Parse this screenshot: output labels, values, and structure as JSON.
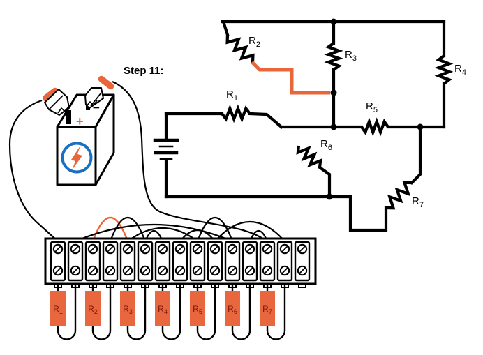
{
  "step_label": "Step 11:",
  "colors": {
    "wire_orange": "#E8663A",
    "resistor_body": "#E8673E",
    "resistor_label_text": "#7D150B",
    "logo_blue": "#1A70C0",
    "ink": "#000000"
  },
  "schematic": {
    "labels": [
      {
        "base": "R",
        "sub": "1"
      },
      {
        "base": "R",
        "sub": "2"
      },
      {
        "base": "R",
        "sub": "3"
      },
      {
        "base": "R",
        "sub": "4"
      },
      {
        "base": "R",
        "sub": "5"
      },
      {
        "base": "R",
        "sub": "6"
      },
      {
        "base": "R",
        "sub": "7"
      }
    ]
  },
  "battery": {
    "positive_sign": "+",
    "negative_sign": "−",
    "positive_wire_terminal": 1,
    "negative_wire_terminal": 13
  },
  "terminal_strip": {
    "terminal_count": 15,
    "screws_per_terminal": 2,
    "resistors": [
      {
        "base": "R",
        "sub": "1",
        "terminals": [
          1,
          2
        ]
      },
      {
        "base": "R",
        "sub": "2",
        "terminals": [
          3,
          4
        ]
      },
      {
        "base": "R",
        "sub": "3",
        "terminals": [
          5,
          6
        ]
      },
      {
        "base": "R",
        "sub": "4",
        "terminals": [
          7,
          8
        ]
      },
      {
        "base": "R",
        "sub": "5",
        "terminals": [
          9,
          10
        ]
      },
      {
        "base": "R",
        "sub": "6",
        "terminals": [
          11,
          12
        ]
      },
      {
        "base": "R",
        "sub": "7",
        "terminals": [
          13,
          14
        ]
      }
    ],
    "jumpers": [
      {
        "a": 3,
        "b": 5,
        "color": "orange",
        "highlighted": true,
        "peak": 34
      },
      {
        "a": 4,
        "b": 6,
        "color": "black",
        "highlighted": false,
        "peak": 34
      },
      {
        "a": 6,
        "b": 7,
        "color": "black",
        "highlighted": false,
        "peak": 15
      },
      {
        "a": 8,
        "b": 10,
        "color": "black",
        "highlighted": false,
        "peak": 16
      },
      {
        "a": 9,
        "b": 11,
        "color": "black",
        "highlighted": false,
        "peak": 34
      },
      {
        "a": 2,
        "b": 11,
        "color": "black",
        "highlighted": false,
        "peak": 24
      },
      {
        "a": 5,
        "b": 9,
        "color": "black",
        "highlighted": false,
        "peak": 19
      },
      {
        "a": 10,
        "b": 14,
        "color": "black",
        "highlighted": false,
        "peak": 28
      },
      {
        "a": 12,
        "b": 13,
        "color": "black",
        "highlighted": false,
        "peak": 15
      }
    ]
  }
}
